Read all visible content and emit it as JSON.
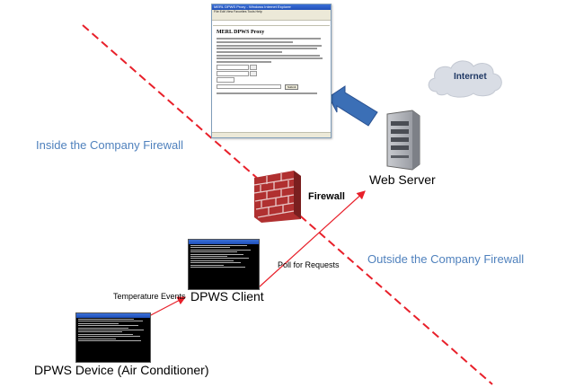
{
  "zones": {
    "inside": "Inside the Company Firewall",
    "outside": "Outside the Company Firewall"
  },
  "cloud": {
    "label": "Internet"
  },
  "firewall": {
    "label": "Firewall"
  },
  "nodes": {
    "web_server": "Web Server",
    "dpws_client": "DPWS Client",
    "dpws_device": "DPWS Device (Air Conditioner)"
  },
  "edges": {
    "client_to_server": "Poll for Requests",
    "device_to_client": "Temperature Events"
  },
  "browser": {
    "window_title": "MERL DPWS Proxy - Windows Internet Explorer",
    "menu": "File  Edit  View  Favorites  Tools  Help",
    "heading": "MERL DPWS Proxy",
    "button": "Submit"
  },
  "colors": {
    "boundary": "#e8202a",
    "arrows": "#e8202a",
    "zone_text": "#4f81bd",
    "big_arrow": "#3b6fb6",
    "cloud": "#d9dde5",
    "brick": "#b03030"
  }
}
